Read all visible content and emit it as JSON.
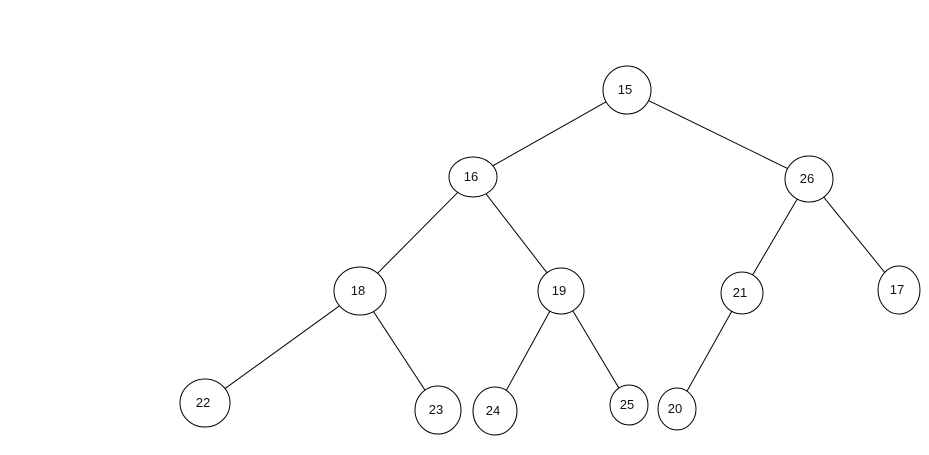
{
  "tree": {
    "nodes": [
      {
        "id": "15",
        "label": "15"
      },
      {
        "id": "16",
        "label": "16"
      },
      {
        "id": "26",
        "label": "26"
      },
      {
        "id": "18",
        "label": "18"
      },
      {
        "id": "19",
        "label": "19"
      },
      {
        "id": "21",
        "label": "21"
      },
      {
        "id": "17",
        "label": "17"
      },
      {
        "id": "22",
        "label": "22"
      },
      {
        "id": "23",
        "label": "23"
      },
      {
        "id": "24",
        "label": "24"
      },
      {
        "id": "25",
        "label": "25"
      },
      {
        "id": "20",
        "label": "20"
      }
    ],
    "edges": [
      [
        "15",
        "16"
      ],
      [
        "15",
        "26"
      ],
      [
        "16",
        "18"
      ],
      [
        "16",
        "19"
      ],
      [
        "26",
        "21"
      ],
      [
        "26",
        "17"
      ],
      [
        "18",
        "22"
      ],
      [
        "18",
        "23"
      ],
      [
        "19",
        "24"
      ],
      [
        "19",
        "25"
      ],
      [
        "21",
        "20"
      ]
    ]
  }
}
